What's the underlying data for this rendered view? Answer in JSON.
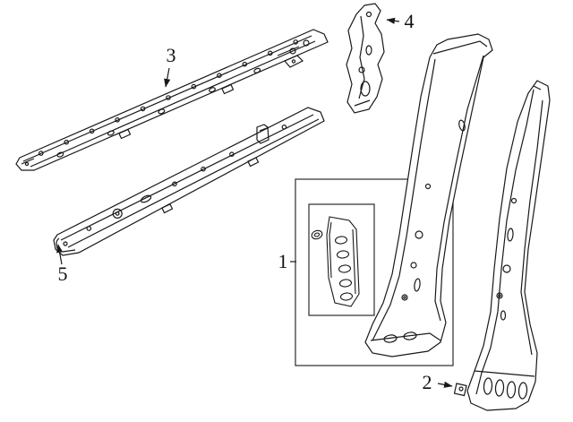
{
  "figure": {
    "type": "exploded-parts-line-diagram",
    "callouts": {
      "c1": "1",
      "c2": "2",
      "c3": "3",
      "c4": "4",
      "c5": "5"
    },
    "colors": {
      "background": "#ffffff",
      "line": "#191919",
      "label": "#111111"
    }
  }
}
